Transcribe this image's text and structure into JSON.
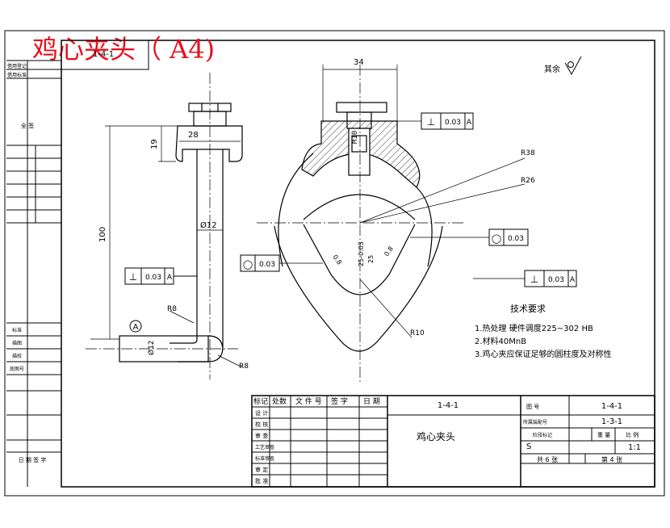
{
  "sheet_title": "鸡心夹头（ A4)",
  "title_colors": {
    "title": "#e8101c",
    "lines": "#000000",
    "hatch": "#000000"
  },
  "top_left_stamp": "1-4-1",
  "left_strip": {
    "top_labels": [
      "借用登记",
      "借用标准"
    ],
    "mid_label": "全 签",
    "bottom_labels": [
      "标准",
      "描图",
      "描校",
      "底图号"
    ],
    "bottom_sign": "日 期  签 字"
  },
  "dims_left": {
    "top_width": "28",
    "head_height": "19",
    "rod_dia": "Ø12",
    "length": "100",
    "bend_radius_1": "R8",
    "bend_radius_2": "R8",
    "tip_dia": "Ø12",
    "datum": "A",
    "perp_box": {
      "symbol": "⊥",
      "value": "0.03",
      "datum": "A"
    }
  },
  "dims_right": {
    "width": "34",
    "thread": "M10",
    "r_outer": "R38",
    "r_mid": "R26",
    "r_small": "R10",
    "bore": "25-0.03",
    "bore2": "25",
    "bevel1": "0.8",
    "bevel2": "0.8",
    "perp_top": {
      "symbol": "⊥",
      "value": "0.03",
      "datum": "A"
    },
    "perp_right": {
      "symbol": "⊥",
      "value": "0.03",
      "datum": "A"
    },
    "cyl_left": {
      "symbol": "◯",
      "value": "0.03"
    },
    "cyl_right": {
      "symbol": "◯",
      "value": "0.03"
    },
    "surface_finish": "其余"
  },
  "tech_req": {
    "heading": "技术要求",
    "items": [
      "1.热处理  硬件调度225~302 HB",
      "2.材料40MnB",
      "3.鸡心夹应保证足够的圆柱度及对称性"
    ]
  },
  "title_block": {
    "header": [
      "标记",
      "处数",
      "文 件 号",
      "签 字",
      "日 期"
    ],
    "rows": [
      "设 计",
      "校 核",
      "审 查",
      "工艺审查",
      "标准审查",
      "审 定",
      "批 准"
    ],
    "drawing_no": "1-4-1",
    "part_name": "鸡心夹头",
    "code_label": "图 号",
    "code_value": "1-4-1",
    "assembly_label": "所属装配号",
    "assembly_value": "1-3-1",
    "stage_label": "阶段标记",
    "weight_label": "重 量",
    "scale_label": "比 例",
    "stage_value": "S",
    "scale_value": "1:1",
    "total_sheets": "共 6 张",
    "sheet_no": "第 4 张"
  }
}
